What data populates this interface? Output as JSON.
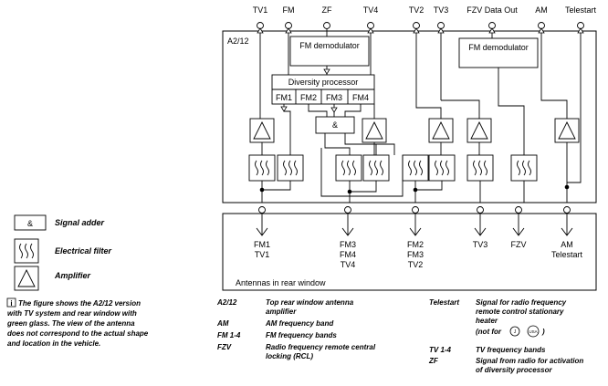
{
  "top_signals": [
    "TV1",
    "FM",
    "ZF",
    "TV4",
    "TV2",
    "TV3",
    "FZV Data Out",
    "AM",
    "Telestart"
  ],
  "module_label": "A2/12",
  "fm_demodulator_1": "FM demodulator",
  "fm_demodulator_2": "FM demodulator",
  "diversity_processor": "Diversity processor",
  "fm_bands": [
    "FM1",
    "FM2",
    "FM3",
    "FM4"
  ],
  "signal_adder_symbol": "&",
  "antenna_labels": [
    [
      "FM1",
      "TV1"
    ],
    [
      "FM3",
      "FM4",
      "TV4"
    ],
    [
      "FM2",
      "FM3",
      "TV2"
    ],
    [
      "TV3"
    ],
    [
      "FZV"
    ],
    [
      "AM",
      "Telestart"
    ]
  ],
  "antenna_panel_title": "Antennas in rear window",
  "legend": {
    "signal_adder": "Signal adder",
    "electrical_filter": "Electrical filter",
    "amplifier": "Amplifier",
    "adder_symbol": "&"
  },
  "note": {
    "icon": "info-icon",
    "icon_glyph": "i",
    "lines": [
      "The figure shows the A2/12  version",
      "with TV system and rear window with",
      "green glass. The view of the antenna",
      "does not correspond to the actual shape",
      "and location in the vehicle."
    ]
  },
  "abbreviations_left": [
    {
      "term": "A2/12",
      "desc": [
        "Top rear window antenna",
        "amplifier"
      ]
    },
    {
      "term": "AM",
      "desc": [
        "AM frequency band"
      ]
    },
    {
      "term": "FM 1-4",
      "desc": [
        "FM frequency bands"
      ]
    },
    {
      "term": "FZV",
      "desc": [
        "Radio frequency remote central",
        "locking (RCL)"
      ]
    }
  ],
  "abbreviations_right": [
    {
      "term": "Telestart",
      "desc": [
        "Signal for radio frequency",
        "remote control stationary",
        "heater"
      ]
    },
    {
      "term": "TV 1-4",
      "desc": [
        "TV frequency bands"
      ]
    },
    {
      "term": "ZF",
      "desc": [
        "Signal from radio for activation",
        "of diversity processor"
      ]
    }
  ],
  "telestart_not_for": "(not for",
  "telestart_close": ")",
  "country_codes": [
    "J",
    "USA"
  ]
}
